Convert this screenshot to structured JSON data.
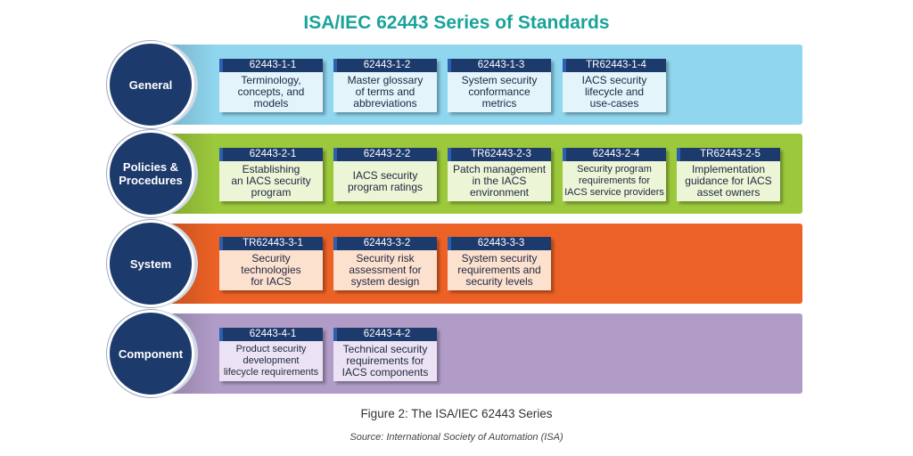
{
  "title": "ISA/IEC 62443 Series of Standards",
  "caption": "Figure 2: The ISA/IEC 62443 Series",
  "source": "Source: International Society of Automation (ISA)",
  "colors": {
    "title": "#1aa39a",
    "circle": "#1d3a6c",
    "card_header": "#1d3a6c",
    "general_band": "#8fd6ee",
    "general_card": "#e3f4fb",
    "policies_band": "#9cc93c",
    "policies_card": "#ecf5d6",
    "system_band": "#ec6125",
    "system_card": "#fde1cf",
    "component_band": "#b19cc8",
    "component_card": "#ebe3f3"
  },
  "rows": [
    {
      "label": "General",
      "cards": [
        {
          "id": "62443-1-1",
          "text": "Terminology,\nconcepts, and\nmodels"
        },
        {
          "id": "62443-1-2",
          "text": "Master glossary\nof terms and\nabbreviations"
        },
        {
          "id": "62443-1-3",
          "text": "System security\nconformance\nmetrics"
        },
        {
          "id": "TR62443-1-4",
          "text": "IACS security\nlifecycle and\nuse-cases"
        }
      ]
    },
    {
      "label": "Policies &\nProcedures",
      "cards": [
        {
          "id": "62443-2-1",
          "text": "Establishing\nan IACS security\nprogram"
        },
        {
          "id": "62443-2-2",
          "text": "IACS security\nprogram ratings"
        },
        {
          "id": "TR62443-2-3",
          "text": "Patch management\nin the IACS\nenvironment"
        },
        {
          "id": "62443-2-4",
          "text": "Security program\nrequirements for\nIACS service providers"
        },
        {
          "id": "TR62443-2-5",
          "text": "Implementation\nguidance for IACS\nasset owners"
        }
      ]
    },
    {
      "label": "System",
      "cards": [
        {
          "id": "TR62443-3-1",
          "text": "Security\ntechnologies\nfor IACS"
        },
        {
          "id": "62443-3-2",
          "text": "Security risk\nassessment for\nsystem design"
        },
        {
          "id": "62443-3-3",
          "text": "System security\nrequirements and\nsecurity levels"
        }
      ]
    },
    {
      "label": "Component",
      "cards": [
        {
          "id": "62443-4-1",
          "text": "Product security\ndevelopment\nlifecycle requirements"
        },
        {
          "id": "62443-4-2",
          "text": "Technical security\nrequirements for\nIACS components"
        }
      ]
    }
  ]
}
